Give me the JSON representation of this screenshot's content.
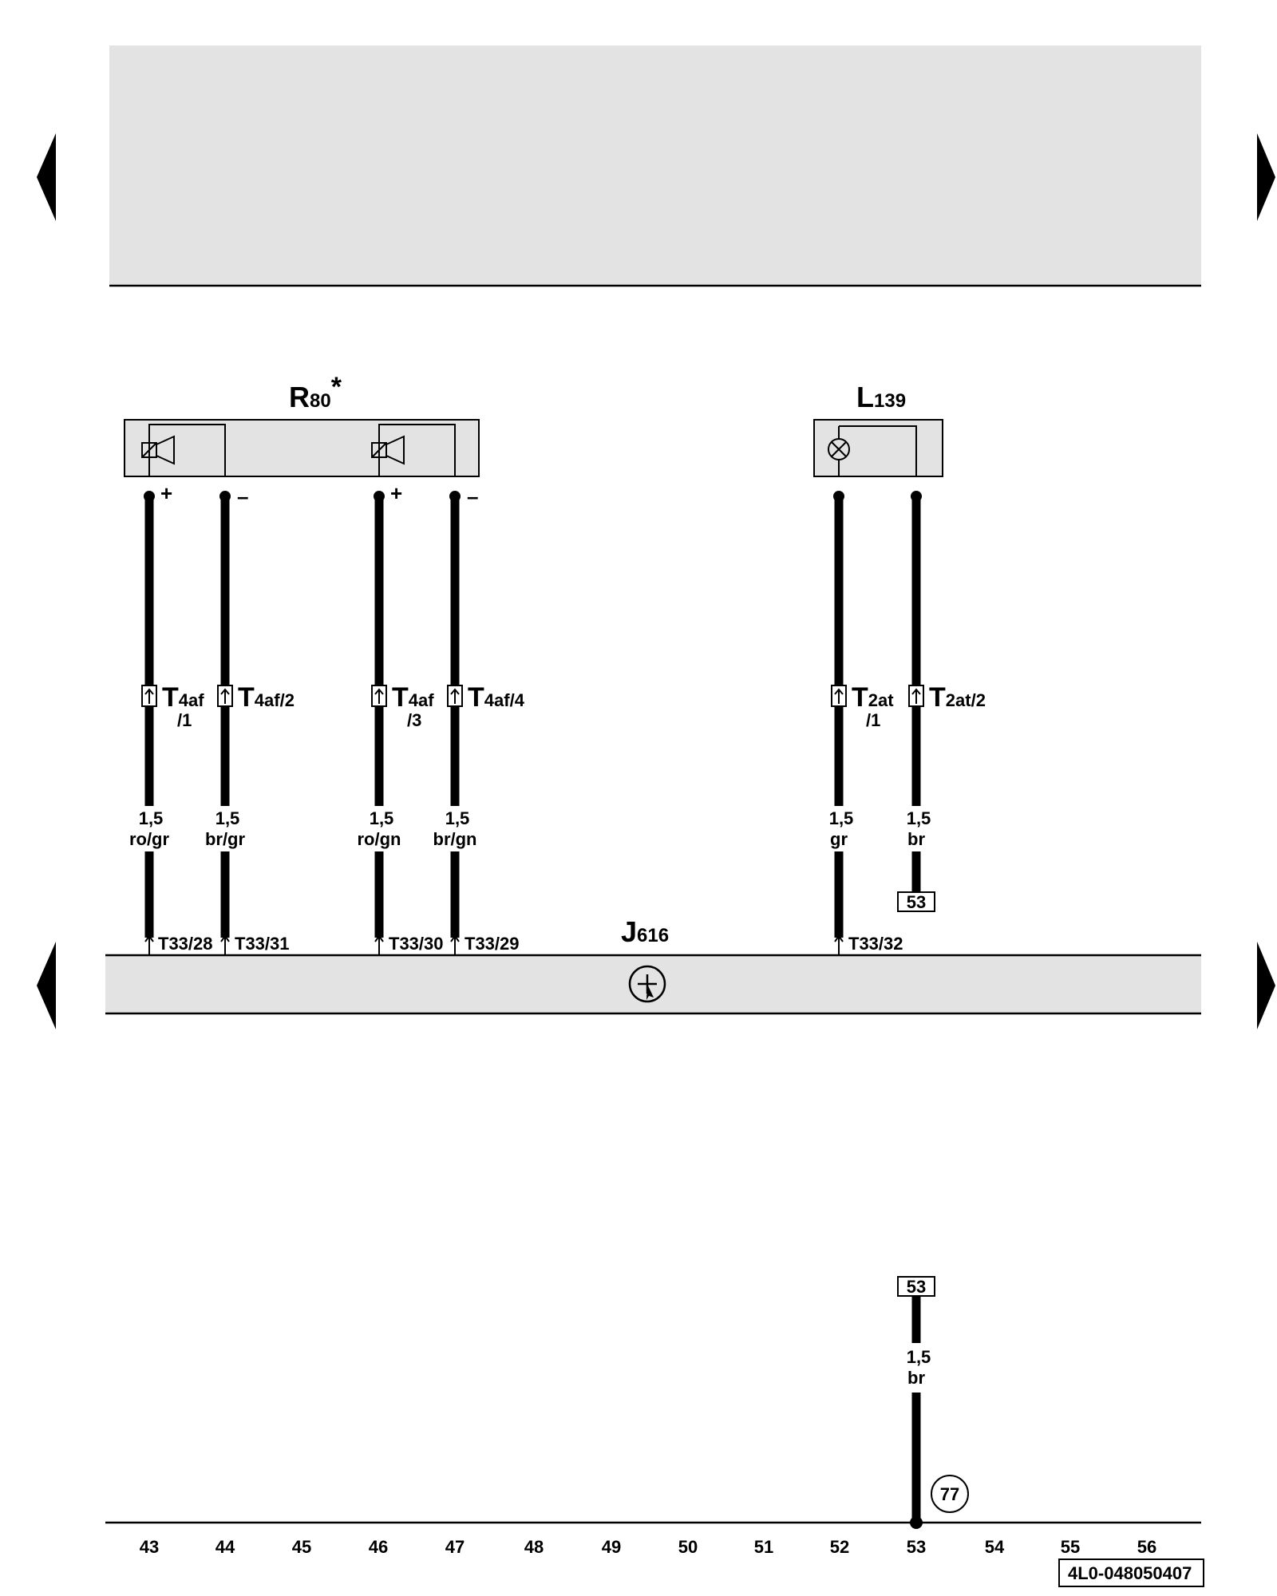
{
  "nav": {
    "prev_page": "previous-page",
    "next_page": "next-page"
  },
  "components": {
    "r80": {
      "letter": "R",
      "number": "80",
      "marker": "*"
    },
    "l139": {
      "letter": "L",
      "number": "139"
    },
    "j616": {
      "letter": "J",
      "number": "616"
    }
  },
  "pins": {
    "speaker1_plus": "+",
    "speaker1_minus": "–",
    "speaker2_plus": "+",
    "speaker2_minus": "–"
  },
  "connectors": {
    "t4af1": {
      "main": "T",
      "sub": "4af",
      "pin": "/1"
    },
    "t4af2": {
      "main": "T",
      "sub": "4af/2",
      "pin": ""
    },
    "t4af3": {
      "main": "T",
      "sub": "4af",
      "pin": "/3"
    },
    "t4af4": {
      "main": "T",
      "sub": "4af/4",
      "pin": ""
    },
    "t2at1": {
      "main": "T",
      "sub": "2at",
      "pin": "/1"
    },
    "t2at2": {
      "main": "T",
      "sub": "2at/2",
      "pin": ""
    }
  },
  "wires": [
    {
      "id": "w1",
      "size": "1,5",
      "color": "ro/gr",
      "terminal": "T33/28"
    },
    {
      "id": "w2",
      "size": "1,5",
      "color": "br/gr",
      "terminal": "T33/31"
    },
    {
      "id": "w3",
      "size": "1,5",
      "color": "ro/gn",
      "terminal": "T33/30"
    },
    {
      "id": "w4",
      "size": "1,5",
      "color": "br/gn",
      "terminal": "T33/29"
    },
    {
      "id": "w5",
      "size": "1,5",
      "color": "gr",
      "terminal": "T33/32"
    },
    {
      "id": "w6",
      "size": "1,5",
      "color": "br",
      "terminal": ""
    }
  ],
  "crossref": {
    "upper": "53",
    "lower": "53"
  },
  "lower_wire": {
    "size": "1,5",
    "color": "br"
  },
  "ground_point": "77",
  "grid_numbers": [
    "43",
    "44",
    "45",
    "46",
    "47",
    "48",
    "49",
    "50",
    "51",
    "52",
    "53",
    "54",
    "55",
    "56"
  ],
  "diagram_code": "4L0-048050407",
  "colors": {
    "panel_fill": "#e3e3e3",
    "box_fill": "#e3e3e3",
    "ink": "#000000"
  }
}
